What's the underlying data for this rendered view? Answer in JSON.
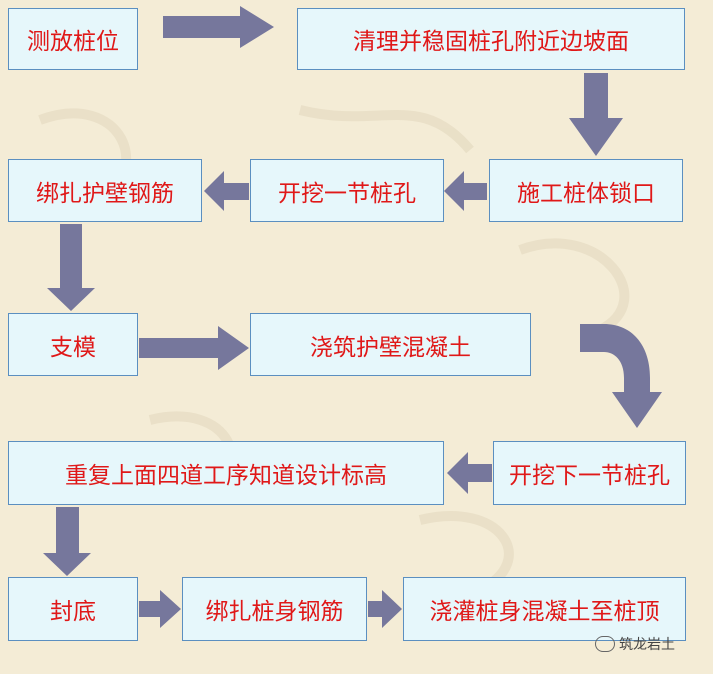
{
  "steps": {
    "s1": "测放桩位",
    "s2": "清理并稳固桩孔附近边坡面",
    "s3": "施工桩体锁口",
    "s4": "开挖一节桩孔",
    "s5": "绑扎护壁钢筋",
    "s6": "支模",
    "s7": "浇筑护壁混凝土",
    "s8": "开挖下一节桩孔",
    "s9": "重复上面四道工序知道设计标高",
    "s10": "封底",
    "s11": "绑扎桩身钢筋",
    "s12": "浇灌桩身混凝土至桩顶"
  },
  "watermark": "筑龙岩土",
  "colors": {
    "box_fill": "#e6f7fb",
    "box_border": "#5b8fc0",
    "text": "#e01818",
    "arrow": "#76779c"
  }
}
